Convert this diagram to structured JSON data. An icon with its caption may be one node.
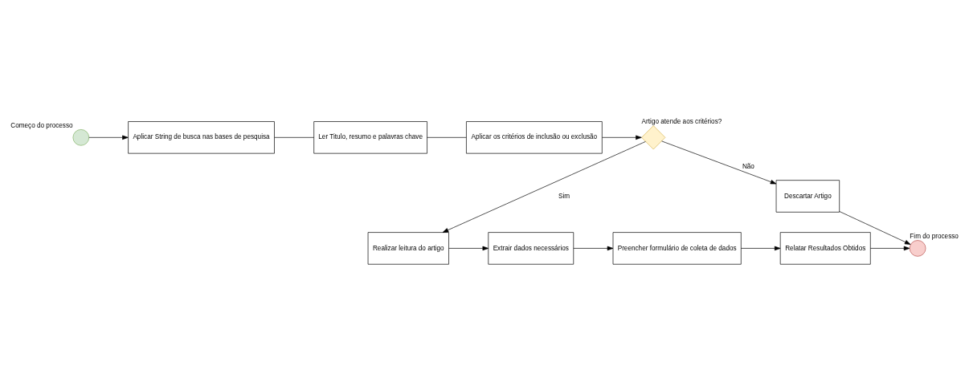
{
  "diagram": {
    "nodes": [
      {
        "text": [
          "Começo do processo"
        ]
      },
      {
        "text": [
          "Aplicar String de busca nas bases de pesquisa"
        ]
      },
      {
        "text": [
          "Ler Titulo, resumo e palavras chave"
        ]
      },
      {
        "text": [
          "Aplicar os critérios de inclusão ou exclusão"
        ]
      },
      {
        "text": [
          "Artigo atende aos critérios?"
        ]
      },
      {
        "text": [
          "Descartar Artigo"
        ]
      },
      {
        "text": [
          "Realizar leitura do artigo"
        ]
      },
      {
        "text": [
          "Extrair dados necessários"
        ]
      },
      {
        "text": [
          "Preencher formulário de coleta de dados"
        ]
      },
      {
        "text": [
          "Relatar Resultados Obtidos"
        ]
      },
      {
        "text": [
          "Fim do processo"
        ]
      }
    ],
    "edges": [
      {
        "from": 0,
        "to": 1,
        "arrow": "to"
      },
      {
        "from": 1,
        "to": 2,
        "arrow": "none"
      },
      {
        "from": 2,
        "to": 3,
        "arrow": "none"
      },
      {
        "from": 3,
        "to": 4,
        "arrow": "to"
      },
      {
        "from": 4,
        "to": 5,
        "arrow": "to",
        "label": "Não"
      },
      {
        "from": 4,
        "to": 6,
        "arrow": "to",
        "label": "Sim"
      },
      {
        "from": 6,
        "to": 7,
        "arrow": "to"
      },
      {
        "from": 7,
        "to": 8,
        "arrow": "to"
      },
      {
        "from": 8,
        "to": 9,
        "arrow": "to"
      },
      {
        "from": 9,
        "to": 10,
        "arrow": "to"
      },
      {
        "from": 5,
        "to": 10,
        "arrow": "to"
      }
    ]
  }
}
